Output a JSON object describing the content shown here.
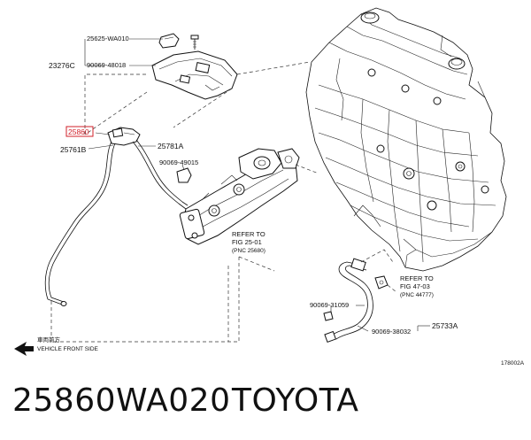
{
  "callouts": {
    "c1": "25625-WA010",
    "c2": "23276C",
    "c3": "90069-48018",
    "c4": "25860",
    "c5": "25761B",
    "c6": "25781A",
    "c7": "90069-49015",
    "c8": "90069-31059",
    "c9": "25733A",
    "c10": "90069-38032"
  },
  "refs": {
    "ref1": {
      "line1": "REFER TO",
      "line2": "FIG 25-01",
      "line3": "(PNC 25680)"
    },
    "ref2": {
      "line1": "REFER TO",
      "line2": "FIG 47-03",
      "line3": "(PNC 44777)"
    }
  },
  "direction": {
    "jp": "車両前方",
    "en": "VEHICLE FRONT SIDE"
  },
  "figure_id": "178002A",
  "footer": {
    "part_number": "25860WA020",
    "brand": "TOYOTA"
  },
  "colors": {
    "highlight": "#d0202a",
    "ink": "#111111"
  },
  "icons": [
    "front-direction-arrow-icon"
  ]
}
